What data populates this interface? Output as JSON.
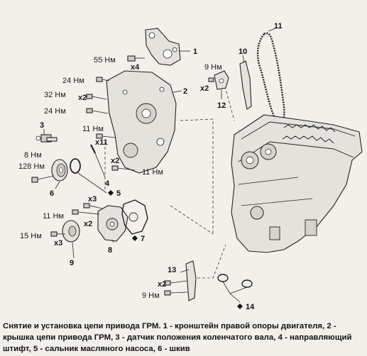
{
  "callouts": {
    "n1": "1",
    "n2": "2",
    "n3": "3",
    "n4": "4",
    "n5": "5",
    "n6": "6",
    "n7": "7",
    "n8": "8",
    "n9": "9",
    "n10": "10",
    "n11": "11",
    "n12": "12",
    "n13": "13",
    "n14": "14"
  },
  "torques": {
    "t55": "55 Нм",
    "t24a": "24 Нм",
    "t32": "32 Нм",
    "t24b": "24 Нм",
    "t11a": "11 Нм",
    "t9a": "9 Нм",
    "t8": "8 Нм",
    "t128": "128 Нм",
    "t11b": "11 Нм",
    "t11c": "11 Нм",
    "t15": "15 Нм",
    "t9b": "9 Нм"
  },
  "quantities": {
    "x4": "x4",
    "x2a": "x2",
    "x11": "x11",
    "x2b": "x2",
    "x2c": "x2",
    "x3a": "x3",
    "x2d": "x2",
    "x3b": "x3",
    "x2e": "x2"
  },
  "caption": "Снятие и установка цепи привода ГРМ. 1 - кронштейн правой опоры двигателя, 2 - крышка цепи привода ГРМ, 3 - датчик положения коленчатого вала, 4 - направляющий штифт, 5 - сальник масляного насоса, 6 - шкив"
}
